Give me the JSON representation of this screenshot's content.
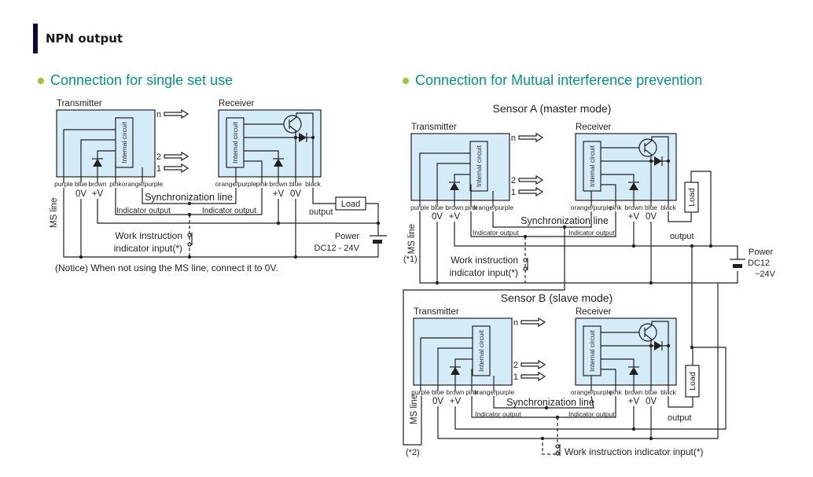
{
  "section_title": "NPN output",
  "colors": {
    "accent_bar": "#0a0a3a",
    "subtitle": "#00997a",
    "bullet": "#9bc83a",
    "box_fill": "#d4ecf8",
    "line": "#231f20"
  },
  "left": {
    "subtitle": "Connection for single set use",
    "transmitter": "Transmitter",
    "receiver": "Receiver",
    "internal_circuit": "Internal circuit",
    "beam_n": "n",
    "beam_2": "2",
    "beam_1": "1",
    "tx_wires": [
      "purple",
      "blue",
      "brown",
      "pink",
      "orange/purple"
    ],
    "rx_wires": [
      "orange/purple",
      "pink",
      "brown",
      "blue",
      "black"
    ],
    "tx_0v": "0V",
    "tx_pv": "+V",
    "rx_pv": "+V",
    "rx_0v": "0V",
    "sync_line": "Synchronization line",
    "indicator_output": "Indicator output",
    "output": "output",
    "load": "Load",
    "ms_line": "MS line",
    "work_instruction_1": "Work instruction",
    "work_instruction_2": "indicator input(*)",
    "power": "Power",
    "power_spec": "DC12 - 24V",
    "notice": "(Notice) When not using the MS line, connect it to 0V."
  },
  "right": {
    "subtitle": "Connection for Mutual interference prevention",
    "sensor_a": "Sensor A (master mode)",
    "sensor_b": "Sensor B (slave mode)",
    "transmitter": "Transmitter",
    "receiver": "Receiver",
    "internal_circuit": "Internal circuit",
    "beam_n": "n",
    "beam_2": "2",
    "beam_1": "1",
    "tx_wires": [
      "purple",
      "blue",
      "brown",
      "pink",
      "orange/purple"
    ],
    "rx_wires": [
      "orange/purple",
      "pink",
      "brown",
      "blue",
      "black"
    ],
    "v0": "0V",
    "vp": "+V",
    "sync_line": "Synchronization line",
    "indicator_output": "Indicator output",
    "output": "output",
    "load": "Load",
    "ms_line": "MS line",
    "note_1": "(*1)",
    "note_2": "(*2)",
    "work_instruction_1": "Work instruction",
    "work_instruction_2": "indicator input(*)",
    "work_instruction_full": "Work instruction indicator input(*)",
    "power": "Power",
    "power_spec_1": "DC12",
    "power_spec_2": "~24V"
  }
}
